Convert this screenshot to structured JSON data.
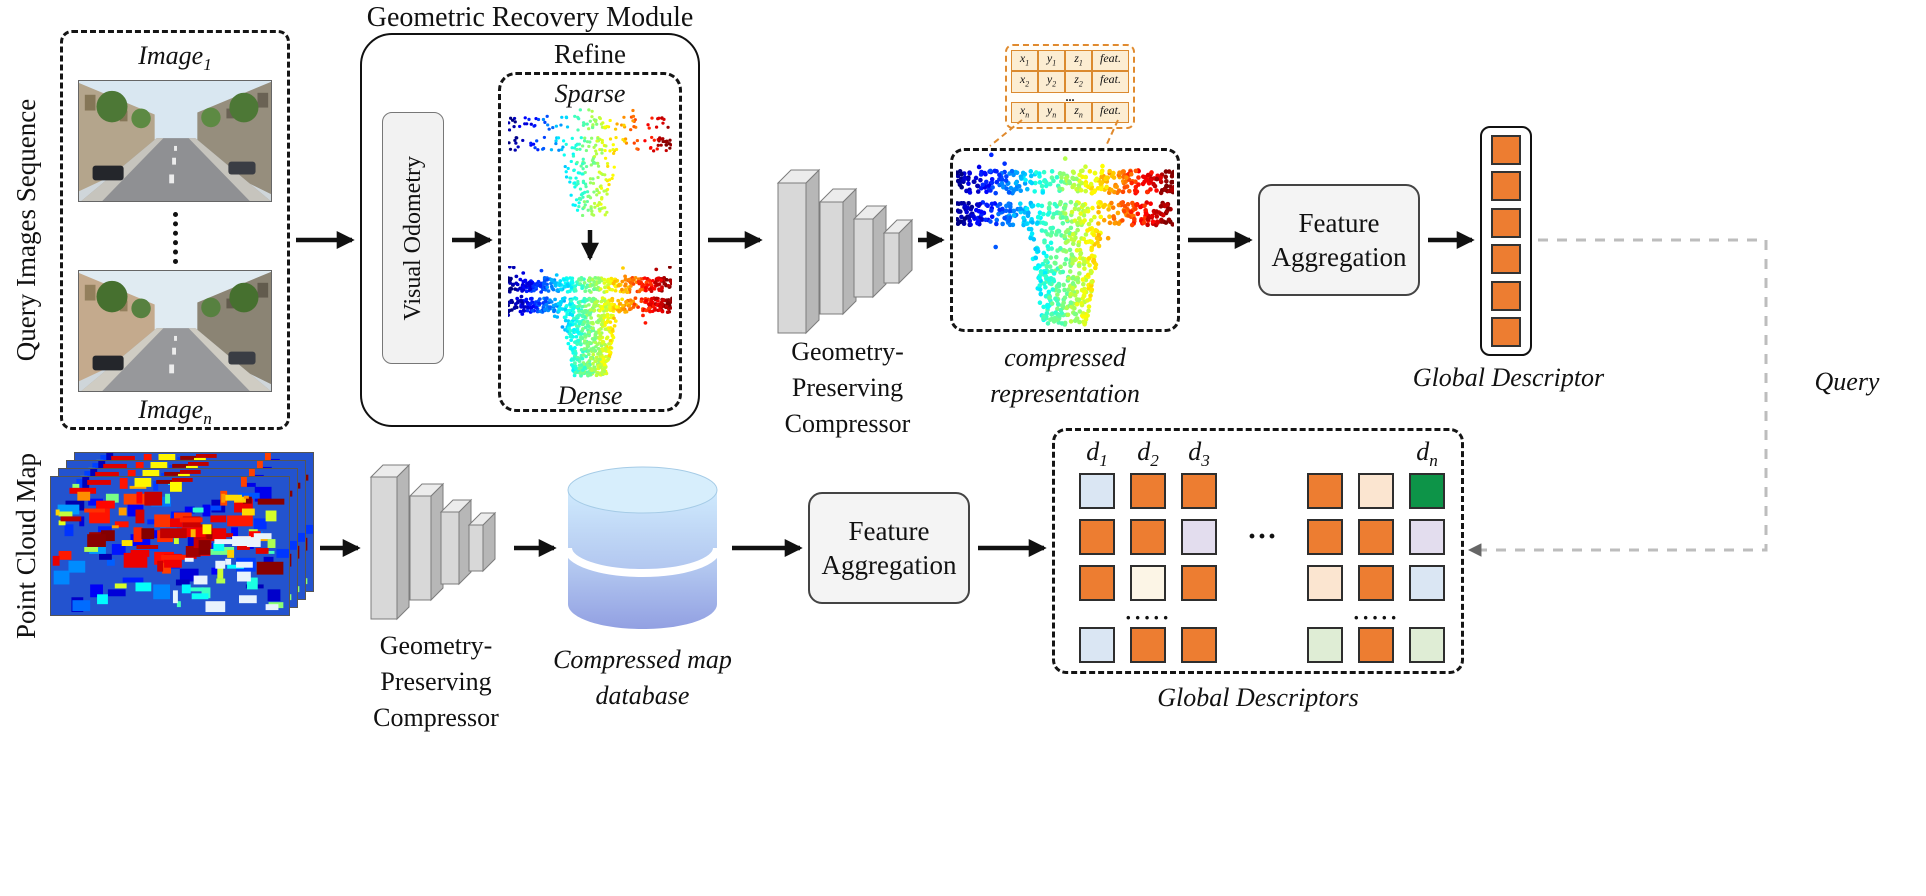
{
  "side_labels": {
    "query_images_sequence": "Query Images Sequence",
    "point_cloud_map": "Point Cloud Map"
  },
  "query_box": {
    "image_1": {
      "base": "Image",
      "sub": "1"
    },
    "image_n": {
      "base": "Image",
      "sub": "n"
    }
  },
  "grm": {
    "title": "Geometric Recovery Module",
    "visual_odometry": "Visual Odometry",
    "refine": "Refine",
    "sparse": "Sparse",
    "dense": "Dense"
  },
  "compressor_top": {
    "lines": [
      "Geometry-",
      "Preserving",
      "Compressor"
    ]
  },
  "compressor_bottom": {
    "lines": [
      "Geometry-",
      "Preserving",
      "Compressor"
    ]
  },
  "compressed_representation": {
    "lines": [
      "compressed",
      "representation"
    ]
  },
  "coord_table": {
    "rows": [
      {
        "cells": [
          {
            "t": "x",
            "s": "1"
          },
          {
            "t": "y",
            "s": "1"
          },
          {
            "t": "z",
            "s": "1"
          },
          {
            "t": "feat.",
            "s": ""
          }
        ]
      },
      {
        "cells": [
          {
            "t": "x",
            "s": "2"
          },
          {
            "t": "y",
            "s": "2"
          },
          {
            "t": "z",
            "s": "2"
          },
          {
            "t": "feat.",
            "s": ""
          }
        ]
      },
      {
        "dots": "..."
      },
      {
        "cells": [
          {
            "t": "x",
            "s": "n"
          },
          {
            "t": "y",
            "s": "n"
          },
          {
            "t": "z",
            "s": "n"
          },
          {
            "t": "feat.",
            "s": ""
          }
        ]
      }
    ]
  },
  "feature_aggregation_top": {
    "lines": [
      "Feature",
      "Aggregation"
    ]
  },
  "feature_aggregation_bottom": {
    "lines": [
      "Feature",
      "Aggregation"
    ]
  },
  "global_descriptor_label": "Global Descriptor",
  "query_label": "Query",
  "database_label": {
    "lines": [
      "Compressed map",
      "database"
    ]
  },
  "global_descriptor_column": {
    "count": 6
  },
  "descriptor_matrix": {
    "headers_left": [
      {
        "base": "d",
        "sub": "1"
      },
      {
        "base": "d",
        "sub": "2"
      },
      {
        "base": "d",
        "sub": "3"
      }
    ],
    "header_right": {
      "base": "d",
      "sub": "n"
    },
    "middle_dots": "···",
    "bottom_dots": "·····",
    "rows": [
      {
        "left": [
          "lightblue",
          "orange",
          "orange"
        ],
        "right": [
          "orange",
          "cream",
          "green"
        ]
      },
      {
        "left": [
          "orange",
          "orange",
          "lightpurple"
        ],
        "right": [
          "orange",
          "orange",
          "lightpurple"
        ]
      },
      {
        "left": [
          "orange",
          "palecream",
          "orange"
        ],
        "right": [
          "cream",
          "orange",
          "lightblue"
        ]
      },
      {
        "left": [
          "lightblue",
          "orange",
          "orange"
        ],
        "right": [
          "lightgreen",
          "orange",
          "lightgreen"
        ]
      }
    ],
    "label": "Global Descriptors"
  },
  "colors": {
    "accent_orange": "#ED7D31",
    "square_border": "#2e2e2e",
    "callout_orange": "#E08A2E",
    "query_dash": "#bdbdbd",
    "database_top": "#d7eefc",
    "database_bottom": "#92a0e2",
    "square_palette": {
      "orange": "#ED7D31",
      "lightblue": "#DAE6F3",
      "lightpurple": "#E3DDEE",
      "cream": "#FBE5D0",
      "palecream": "#FCF5E6",
      "green": "#0D9448",
      "lightgreen": "#DFEDD5"
    }
  }
}
